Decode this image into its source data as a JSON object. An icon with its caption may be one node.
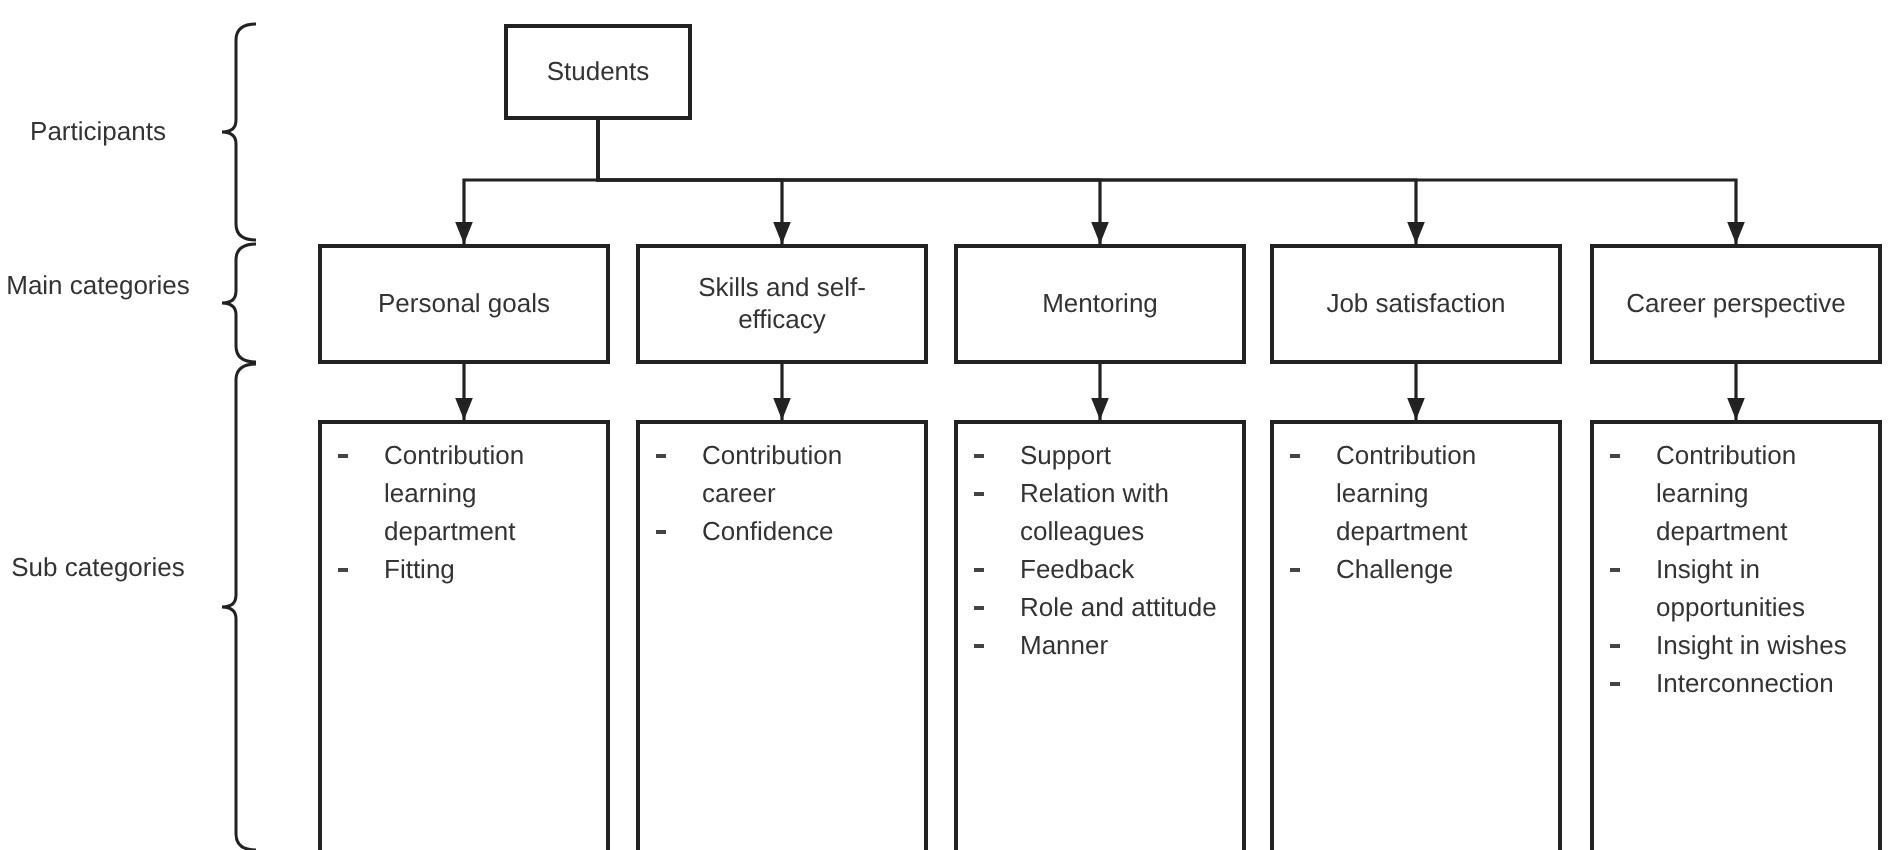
{
  "diagram": {
    "nodes": [
      {
        "text": [
          "Students"
        ]
      },
      {
        "text": [
          "Personal goals"
        ]
      },
      {
        "text": [
          "Skills and self-efficacy"
        ]
      },
      {
        "text": [
          "Mentoring"
        ]
      },
      {
        "text": [
          "Job satisfaction"
        ]
      },
      {
        "text": [
          "Career perspective"
        ]
      },
      {
        "text": [
          "Contribution learning department",
          "Fitting"
        ]
      },
      {
        "text": [
          "Contribution career",
          "Confidence"
        ]
      },
      {
        "text": [
          "Support",
          "Relation with colleagues",
          "Feedback",
          "Role and attitude",
          "Manner"
        ]
      },
      {
        "text": [
          "Contribution learning department",
          "Challenge"
        ]
      },
      {
        "text": [
          "Contribution learning department",
          "Insight in opportunities",
          "Insight in wishes",
          "Interconnection"
        ]
      }
    ],
    "edges": [
      {
        "from": 0,
        "to": 1,
        "arrow": "to"
      },
      {
        "from": 0,
        "to": 2,
        "arrow": "to"
      },
      {
        "from": 0,
        "to": 3,
        "arrow": "to"
      },
      {
        "from": 0,
        "to": 4,
        "arrow": "to"
      },
      {
        "from": 0,
        "to": 5,
        "arrow": "to"
      },
      {
        "from": 1,
        "to": 6,
        "arrow": "to"
      },
      {
        "from": 2,
        "to": 7,
        "arrow": "to"
      },
      {
        "from": 3,
        "to": 8,
        "arrow": "to"
      },
      {
        "from": 4,
        "to": 9,
        "arrow": "to"
      },
      {
        "from": 5,
        "to": 10,
        "arrow": "to"
      }
    ],
    "labels": [
      "Participants",
      "Main categories",
      "Sub categories"
    ]
  }
}
